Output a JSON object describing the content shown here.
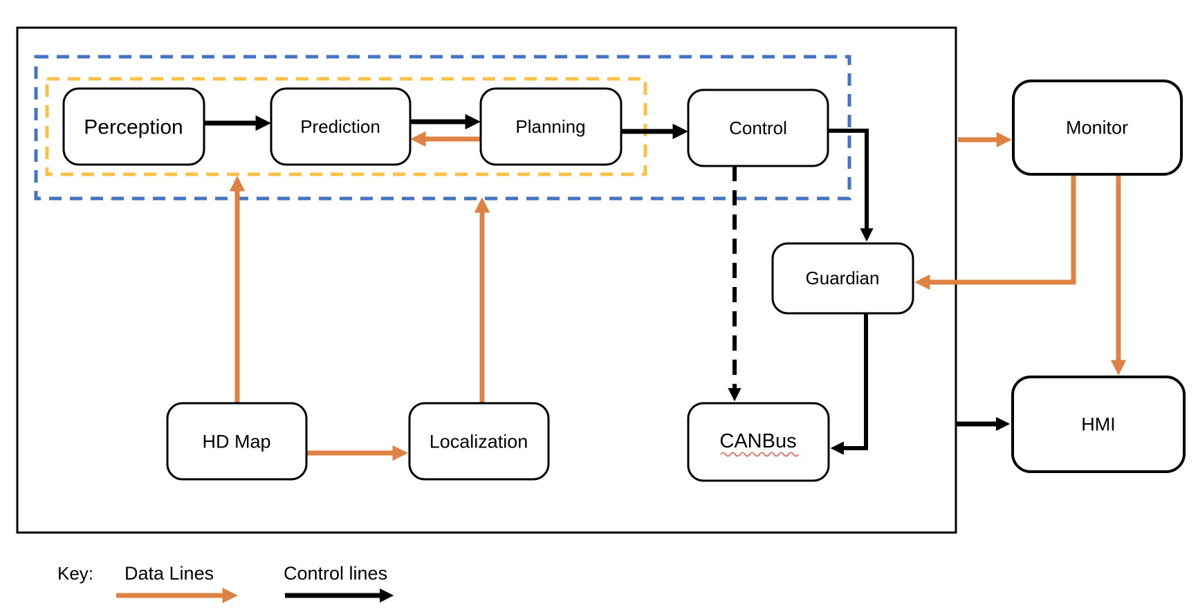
{
  "diagram": {
    "title_implicit": "Autonomous driving software architecture",
    "nodes": {
      "perception": "Perception",
      "prediction": "Prediction",
      "planning": "Planning",
      "control": "Control",
      "guardian": "Guardian",
      "canbus": "CANBus",
      "hdmap": "HD Map",
      "localization": "Localization",
      "monitor": "Monitor",
      "hmi": "HMI"
    },
    "edges": [
      {
        "from": "Perception",
        "to": "Prediction",
        "type": "control"
      },
      {
        "from": "Prediction",
        "to": "Planning",
        "type": "control"
      },
      {
        "from": "Planning",
        "to": "Prediction",
        "type": "data"
      },
      {
        "from": "Planning",
        "to": "Control",
        "type": "control"
      },
      {
        "from": "Control",
        "to": "Guardian",
        "type": "control"
      },
      {
        "from": "Control",
        "to": "CANBus",
        "type": "control",
        "style": "dashed"
      },
      {
        "from": "Guardian",
        "to": "CANBus",
        "type": "control"
      },
      {
        "from": "HD Map",
        "to": "module-group",
        "type": "data"
      },
      {
        "from": "Localization",
        "to": "module-group",
        "type": "data"
      },
      {
        "from": "HD Map",
        "to": "Localization",
        "type": "data"
      },
      {
        "from": "system-boundary",
        "to": "Monitor",
        "type": "data"
      },
      {
        "from": "Monitor",
        "to": "Guardian",
        "type": "data"
      },
      {
        "from": "Monitor",
        "to": "HMI",
        "type": "data"
      },
      {
        "from": "system-boundary",
        "to": "HMI",
        "type": "control"
      }
    ],
    "key": {
      "label": "Key:",
      "data_lines": "Data Lines",
      "control_lines": "Control lines"
    },
    "colors": {
      "data_line_orange": "#DE8244",
      "control_line_black": "#000000",
      "outer_group_dashed_blue": "#4472C4",
      "inner_group_dashed_yellow": "#FFC048",
      "spellcheck_underline_red": "#E8574A",
      "node_fill": "#FFFFFF"
    }
  }
}
